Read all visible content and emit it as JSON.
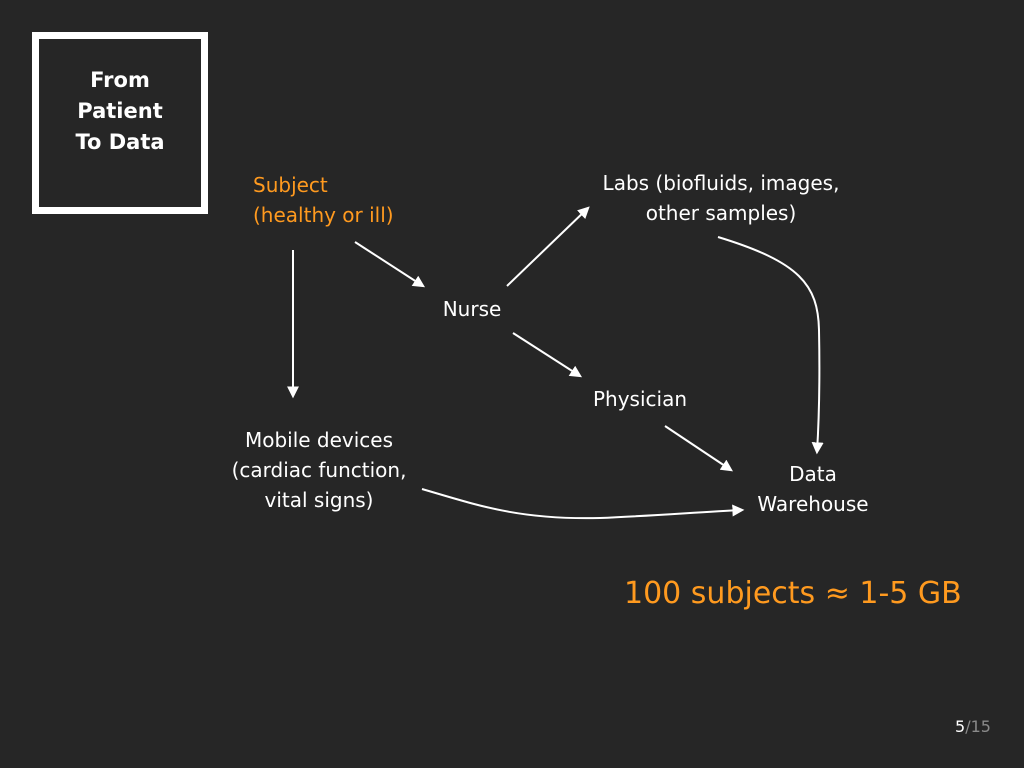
{
  "slide": {
    "title_lines": [
      "From",
      "Patient",
      "To Data"
    ],
    "footnote": "100 subjects ≈ 1-5 GB",
    "page_current": "5",
    "page_separator": "/",
    "page_total": "15"
  },
  "nodes": {
    "subject": [
      "Subject",
      "(healthy or ill)"
    ],
    "nurse": [
      "Nurse"
    ],
    "labs": [
      "Labs (biofluids, images,",
      "other samples)"
    ],
    "physician": [
      "Physician"
    ],
    "mobile": [
      "Mobile devices",
      "(cardiac function,",
      "vital signs)"
    ],
    "warehouse": [
      "Data",
      "Warehouse"
    ]
  },
  "colors": {
    "background": "#262626",
    "foreground": "#ffffff",
    "accent": "#ff9a1f",
    "muted": "#8a8a8a"
  }
}
